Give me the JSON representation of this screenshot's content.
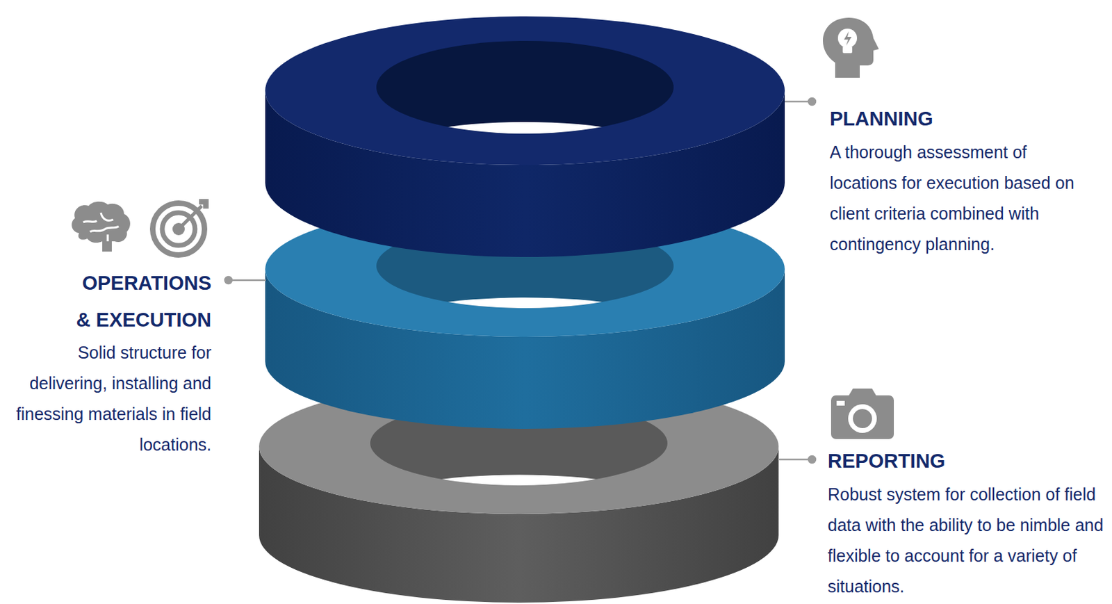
{
  "diagram": {
    "nodes": [
      {
        "text": [
          "PLANNING",
          "A thorough assessment of locations for execution based on client criteria combined with contingency planning."
        ]
      },
      {
        "text": [
          "OPERATIONS & EXECUTION",
          "Solid structure for delivering, installing and finessing materials in field locations."
        ]
      },
      {
        "text": [
          "REPORTING",
          "Robust system for collection of field data with the ability to be nimble and flexible to account for a variety of situations."
        ]
      }
    ]
  }
}
